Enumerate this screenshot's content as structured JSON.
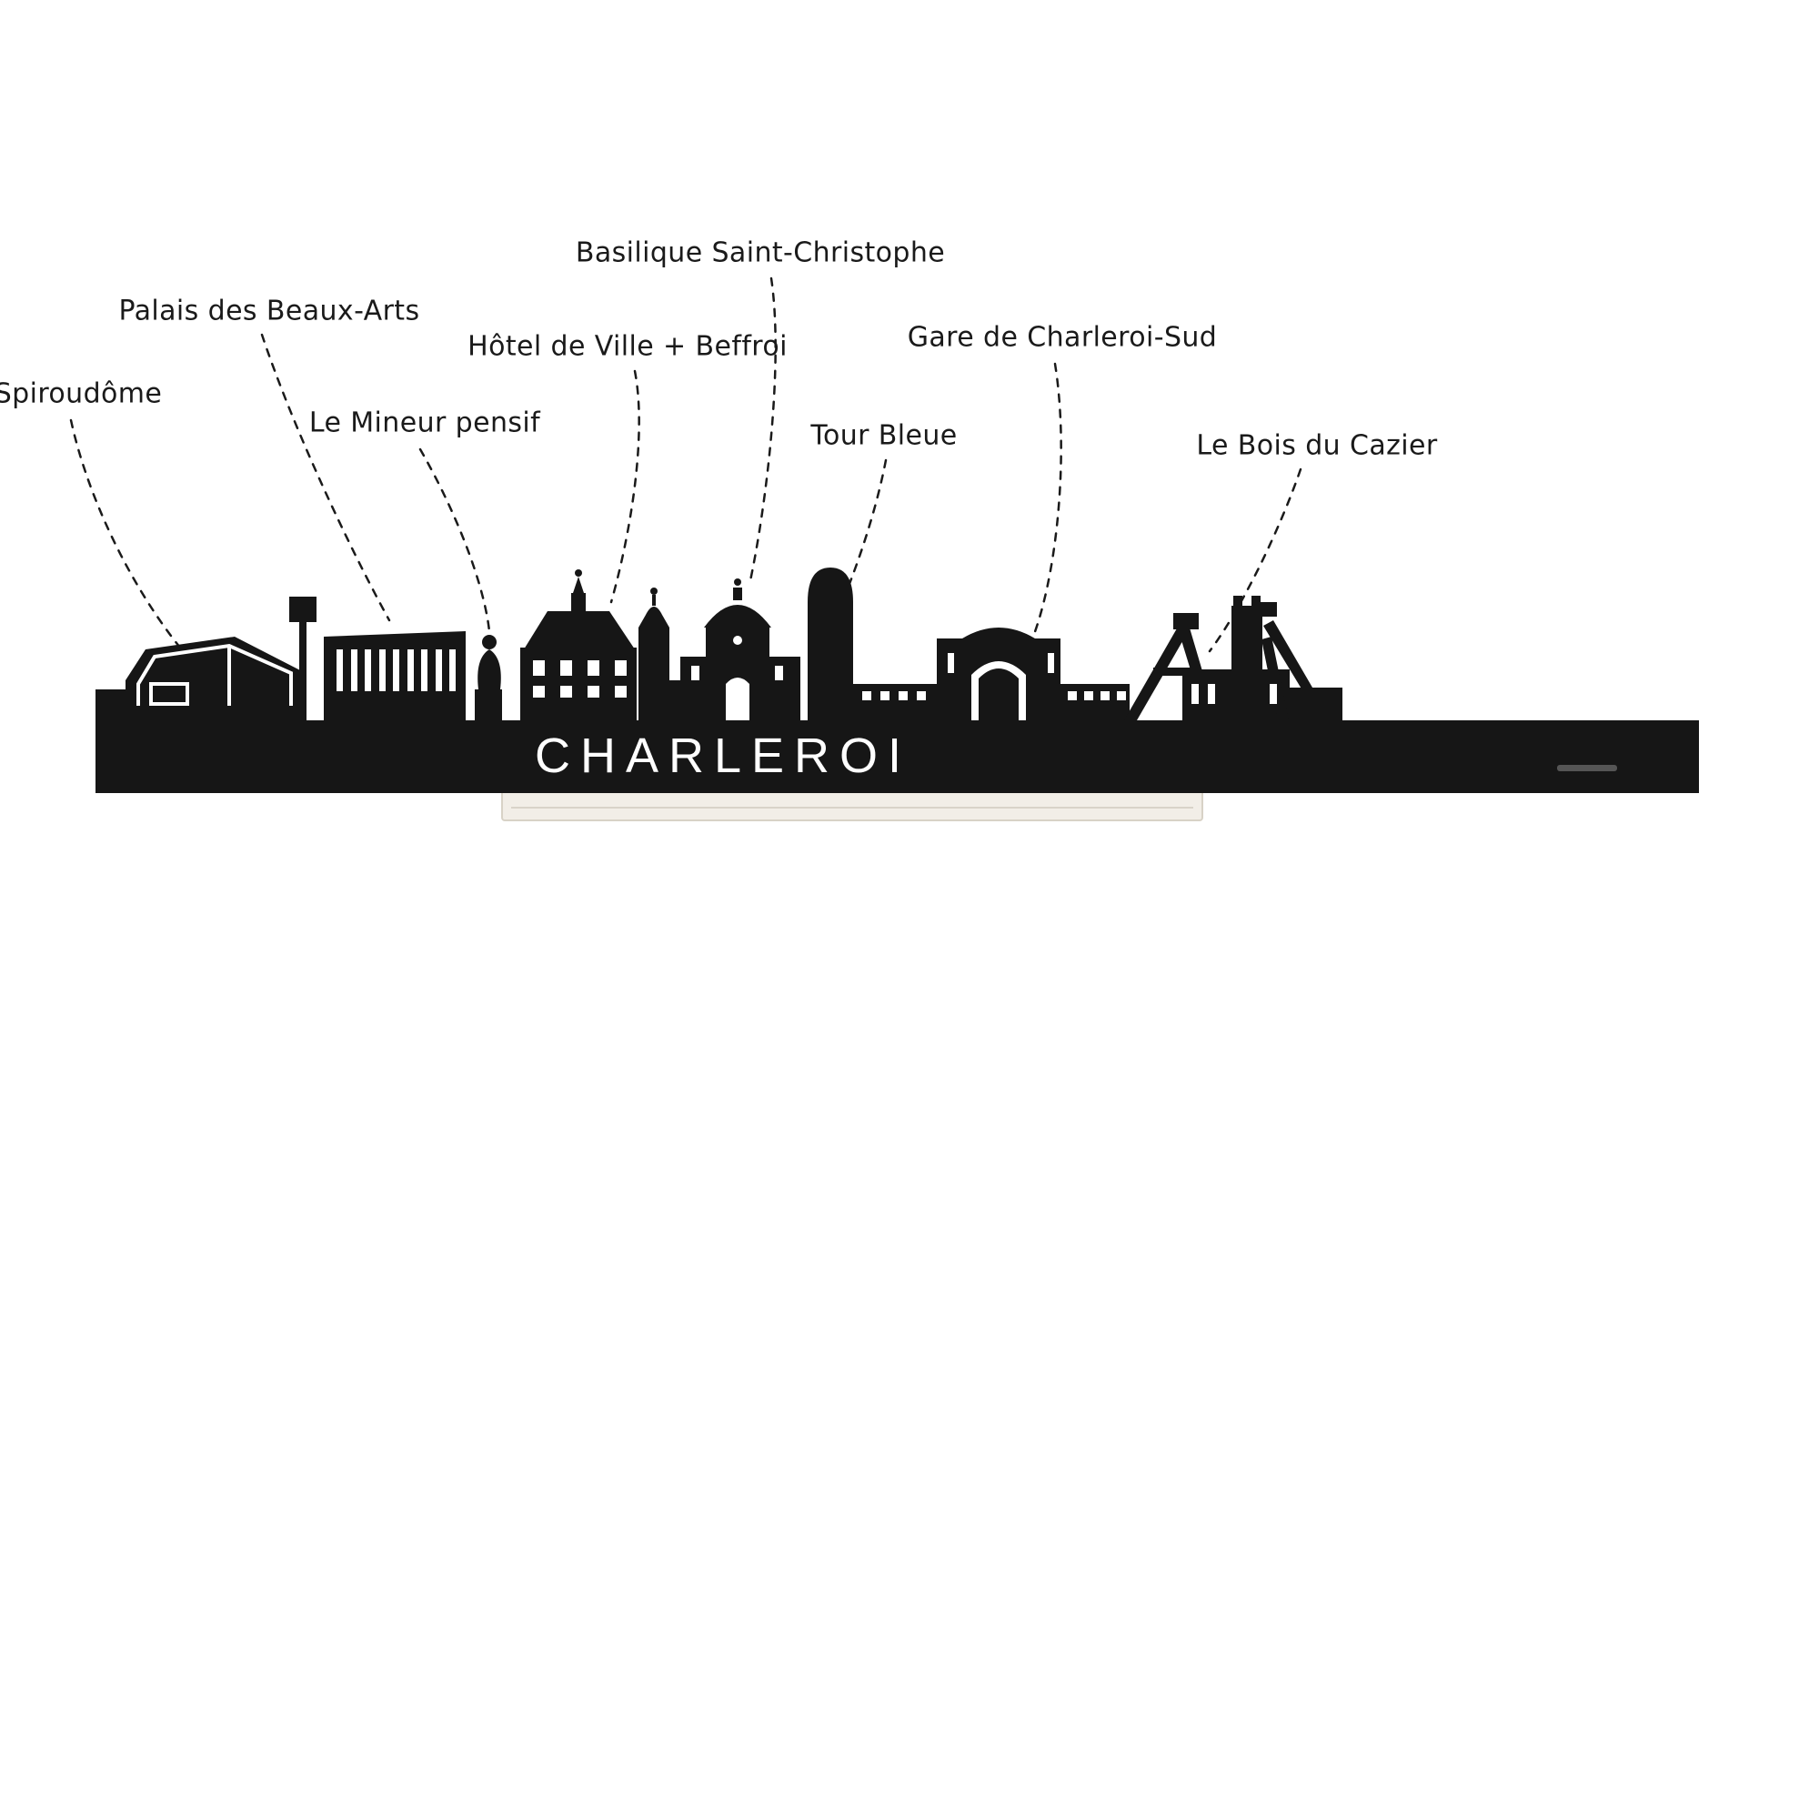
{
  "skyline": {
    "title": "CHARLEROI"
  },
  "labels": {
    "spiroudome": "Spiroudôme",
    "palais_des_beaux_arts": "Palais des Beaux-Arts",
    "le_mineur_pensif": "Le Mineur pensif",
    "hotel_de_ville_beffroi": "Hôtel de Ville + Beffroi",
    "basilique_saint_christophe": "Basilique Saint-Christophe",
    "tour_bleue": "Tour Bleue",
    "gare_de_charleroi_sud": "Gare de Charleroi-Sud",
    "le_bois_du_cazier": "Le Bois du Cazier"
  },
  "colors": {
    "silhouette": "#161616",
    "background": "#ffffff",
    "label_text": "#1a1a1a",
    "stand": "#f2eee7"
  }
}
